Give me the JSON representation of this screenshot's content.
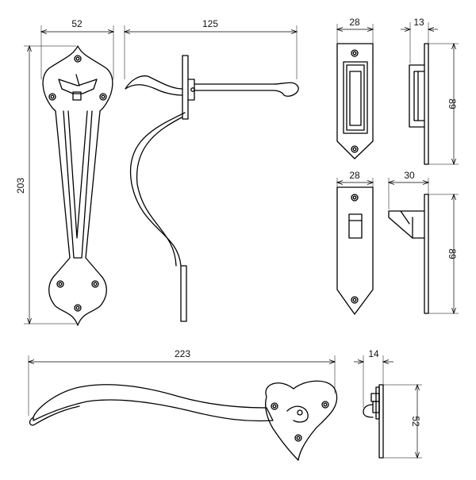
{
  "dimensions": {
    "handle_plate_width": "52",
    "handle_height": "203",
    "latch_bar_length": "125",
    "keep_top_width": "28",
    "keep_top_depth": "13",
    "keep_top_height": "89",
    "keep_bottom_width": "28",
    "keep_bottom_depth": "30",
    "keep_bottom_height": "89",
    "lever_length": "223",
    "lever_plate_depth": "14",
    "lever_plate_height": "52"
  }
}
